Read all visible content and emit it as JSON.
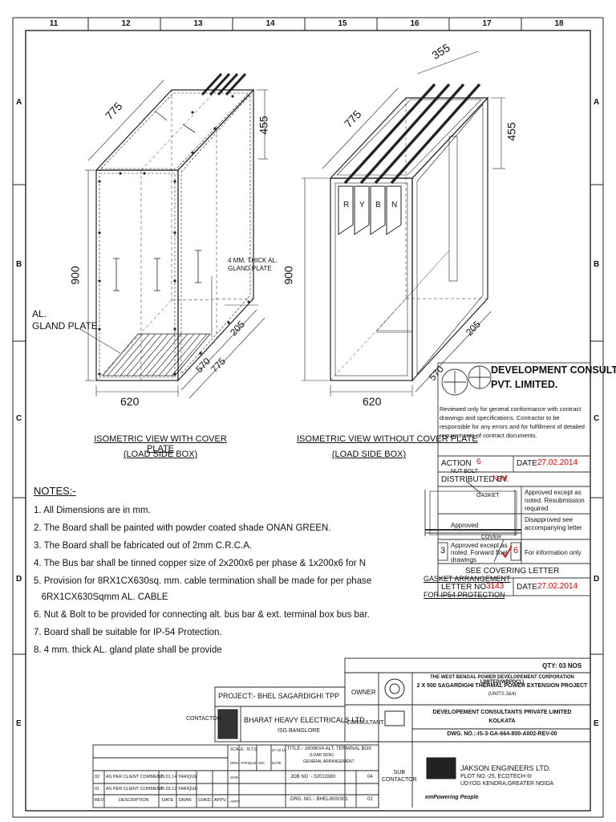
{
  "grid": {
    "columns": [
      "11",
      "12",
      "13",
      "14",
      "15",
      "16",
      "17",
      "18"
    ],
    "rows": [
      "A",
      "B",
      "C",
      "D",
      "E"
    ]
  },
  "left_view": {
    "dims": {
      "width": "620",
      "depth": "775",
      "height": "900",
      "top": "455",
      "d1": "570",
      "d2": "775",
      "d3": "205"
    },
    "labels": {
      "gland_plate": "AL.\nGLAND PLATE",
      "thick_plate": "4 MM. THICK AL.\nGLAND PLATE"
    },
    "caption": [
      "ISOMETRIC VIEW WITH COVER PLATE",
      "(LOAD SIDE BOX)"
    ]
  },
  "right_view": {
    "dims": {
      "width": "620",
      "depth": "775",
      "height": "900",
      "top": "455",
      "busbar": "355",
      "d1": "570",
      "d3": "205"
    },
    "phases": [
      "R",
      "Y",
      "B",
      "N"
    ],
    "caption": [
      "ISOMETRIC VIEW WITHOUT COVER PLATE",
      "(LOAD SIDE BOX)"
    ]
  },
  "notes": {
    "heading": "NOTES:-",
    "items": [
      "1. All Dimensions are in mm.",
      "2. The Board shall be painted with powder coated shade ONAN GREEN.",
      "3. The Board shall be fabricated out of 2mm C.R.C.A.",
      "4. The Bus bar shall be tinned copper size of 2x200x6 per phase & 1x200x6 for N",
      "5. Provision for 8RX1CX630sq. mm. cable termination shall be made for per phase",
      "   6RX1CX630Sqmm AL. CABLE",
      "6. Nut & Bolt to be provided for connecting alt. bus bar & ext. terminal box bus bar.",
      "7. Board shall be suitable for IP-54 Protection.",
      "8. 4 mm. thick AL. gland plate shall be provide"
    ]
  },
  "stamp": {
    "company": "DEVELOPMENT CONSULTANTS",
    "company2": "PVT. LIMITED.",
    "text": "Reviewed only for general conformance with contract drawings and specifications. Contractor to be responsible for any errors and for fulfillment of detailed requirements of contract documents.",
    "action_label": "ACTION",
    "action_value": "6",
    "date_label": "DATE",
    "date_value": "27.02.2014",
    "distributed_label": "DISTRIBUTED BY.",
    "distributed_value": "N.M",
    "opt1": "Approved except as noted. Resubmission required",
    "opt2": "Disapproved see accompanying letter",
    "opt3": "For information only",
    "opt_left1": "Approved",
    "opt_left3": "Approved except as noted. Forward final drawings",
    "box3": "3",
    "box6": "6",
    "covering": "SEE COVERING LETTER",
    "letter_label": "LETTER NO",
    "letter_value": "3143",
    "date2_value": "27.02.2014",
    "overlap1": "GASKET ARRANGEMENT",
    "overlap2": "FOR IP54 PROTECTION",
    "overlap3": "NUT BOLT",
    "overlap4": "GASKET",
    "overlap5": "COVER"
  },
  "title_block": {
    "qty": "QTY: 03 NOS",
    "owner_label": "OWNER",
    "owner_text": "THE WEST BENGAL POWER DEVELOPEMENT CORPORATION LIMITED(WBPDCL)",
    "owner_text2": "2 X 500 SAGARDIGHI THERMAL POWER EXTENSION PROJECT",
    "owner_text3": "(UNITS 3&4)",
    "project": "PROJECT:- BHEL SAGARDIGHI TPP",
    "consultant_label": "CONSULTANT",
    "consultant_text": "DEVELOPEMENT CONSULTANTS PRIVATE LIMITED",
    "consultant_text2": "KOLKATA",
    "contractor_label": "CONTACTOR",
    "contractor_text": "BHARAT HEAVY ELECTRICALS LTD",
    "contractor_text2": "ISG BANGLORE",
    "dwg": "DWG. NO.:-IS-3-GA-664-800-A002-REV-00",
    "scale": "SCALE:- N.T.S",
    "title": "TITLE:-   1600KVA ALT. TERMINAL BOX",
    "title2": "(LOAD SIDE)",
    "title3": "GENERAL ARRANGEMENT",
    "job": "JOB NO :-  52013380",
    "drg": "DRG. NO.:-   BHEL/800/301",
    "sheets": "04",
    "sheet_no": "02",
    "sub_contactor": "SUB\nCONTACTOR",
    "jackson": "JAKSON ENGINEERS LTD.",
    "jackson2": "PLOT NO.-25, ECOTECH-III",
    "jackson3": "UDYOG KENDRA,GREATER NOIDA",
    "tagline": "emPowering People",
    "rev_rows": [
      [
        "02",
        "AS PER CLIENT COMMENT",
        "29.01.14",
        "TARIQUE",
        "",
        "",
        ""
      ],
      [
        "01",
        "AS PER CLIENT COMMENT",
        "25.02.12",
        "TARIQUE",
        "",
        "",
        ""
      ]
    ],
    "rev_headers": [
      "REV.",
      "DESCRIPTION",
      "DATE",
      "DRAN",
      "CHKD.",
      "APPV.",
      "APPV"
    ],
    "mini": [
      "DRN.",
      "CHD.",
      "APPV",
      "TARIQUE",
      "SIG.",
      "DATE",
      "27.10.11"
    ]
  }
}
